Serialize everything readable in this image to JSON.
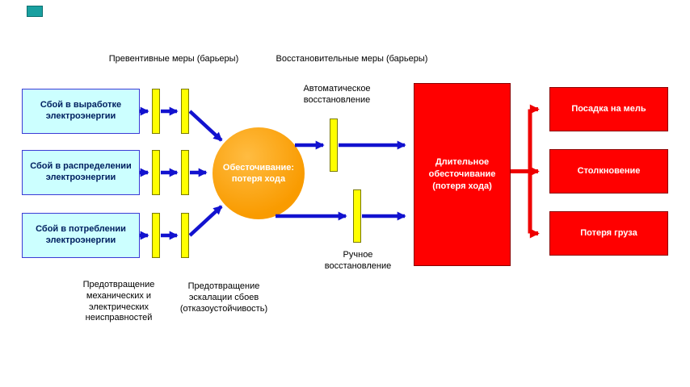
{
  "diagram": {
    "top_labels": {
      "preventive": "Превентивные меры (барьеры)",
      "restorative": "Восстановительные меры (барьеры)"
    },
    "causes": [
      {
        "label": "Сбой в выработке электроэнергии"
      },
      {
        "label": "Сбой в распределении электроэнергии"
      },
      {
        "label": "Сбой в потреблении электроэнергии"
      }
    ],
    "hazard": {
      "label": "Обесточивание: потеря хода"
    },
    "recovery_labels": {
      "auto": "Автоматическое восстановление",
      "manual": "Ручное восстановление"
    },
    "top_event": {
      "label": "Длительное обесточивание (потеря хода)"
    },
    "consequences": [
      {
        "label": "Посадка на мель"
      },
      {
        "label": "Столкновение"
      },
      {
        "label": "Потеря груза"
      }
    ],
    "bottom_labels": {
      "left": "Предотвращение механических и электрических неисправностей",
      "right": "Предотвращение эскалации сбоев (отказоустойчивость)"
    },
    "colors": {
      "cause_fill": "#ccffff",
      "cause_text": "#002060",
      "barrier_yellow": "#ffff00",
      "hazard_orange": "#f99b00",
      "event_red": "#ff0000",
      "arrow_blue": "#1212cf",
      "arrow_red": "#ee0000",
      "logo_teal": "#19a0a0"
    }
  }
}
